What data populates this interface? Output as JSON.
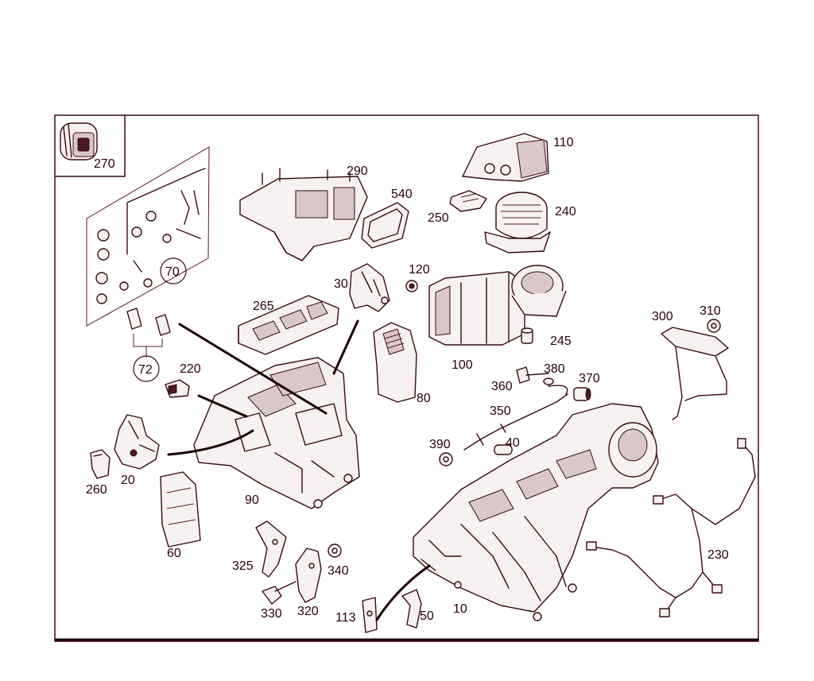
{
  "diagram": {
    "labels": {
      "p270": "270",
      "p70": "70",
      "p72": "72",
      "p290": "290",
      "p540": "540",
      "p110": "110",
      "p250": "250",
      "p240": "240",
      "p120": "120",
      "p30": "30",
      "p265": "265",
      "p220": "220",
      "p100": "100",
      "p245": "245",
      "p300": "300",
      "p310": "310",
      "p380": "380",
      "p360": "360",
      "p370": "370",
      "p80": "80",
      "p350": "350",
      "p390": "390",
      "p40": "40",
      "p20": "20",
      "p260": "260",
      "p90": "90",
      "p60": "60",
      "p325": "325",
      "p340": "340",
      "p330": "330",
      "p320": "320",
      "p113": "113",
      "p50": "50",
      "p10": "10",
      "p230": "230"
    }
  }
}
